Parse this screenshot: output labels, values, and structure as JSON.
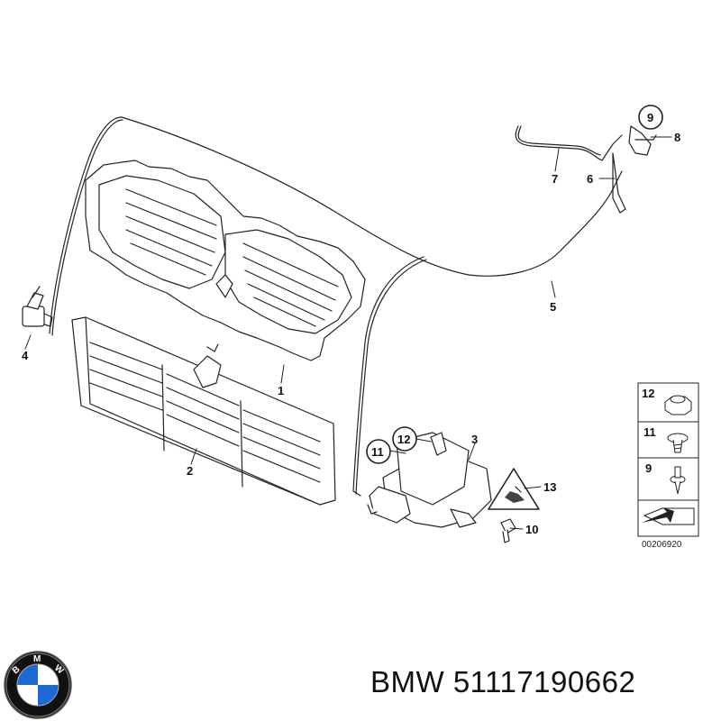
{
  "callouts": {
    "c1": "1",
    "c2": "2",
    "c3": "3",
    "c4": "4",
    "c5": "5",
    "c6": "6",
    "c7": "7",
    "c8": "8",
    "c9": "9",
    "c10": "10",
    "c11": "11",
    "c12": "12",
    "c13": "13"
  },
  "legend": {
    "items": [
      "12",
      "11",
      "9"
    ],
    "diagram_code": "00206920"
  },
  "footer": {
    "part_number_text": "BMW 51117190662"
  },
  "logo": {
    "letters": "BMW",
    "colors": {
      "blue": "#1c69d4",
      "white": "#ffffff",
      "ring": "#111111"
    }
  }
}
